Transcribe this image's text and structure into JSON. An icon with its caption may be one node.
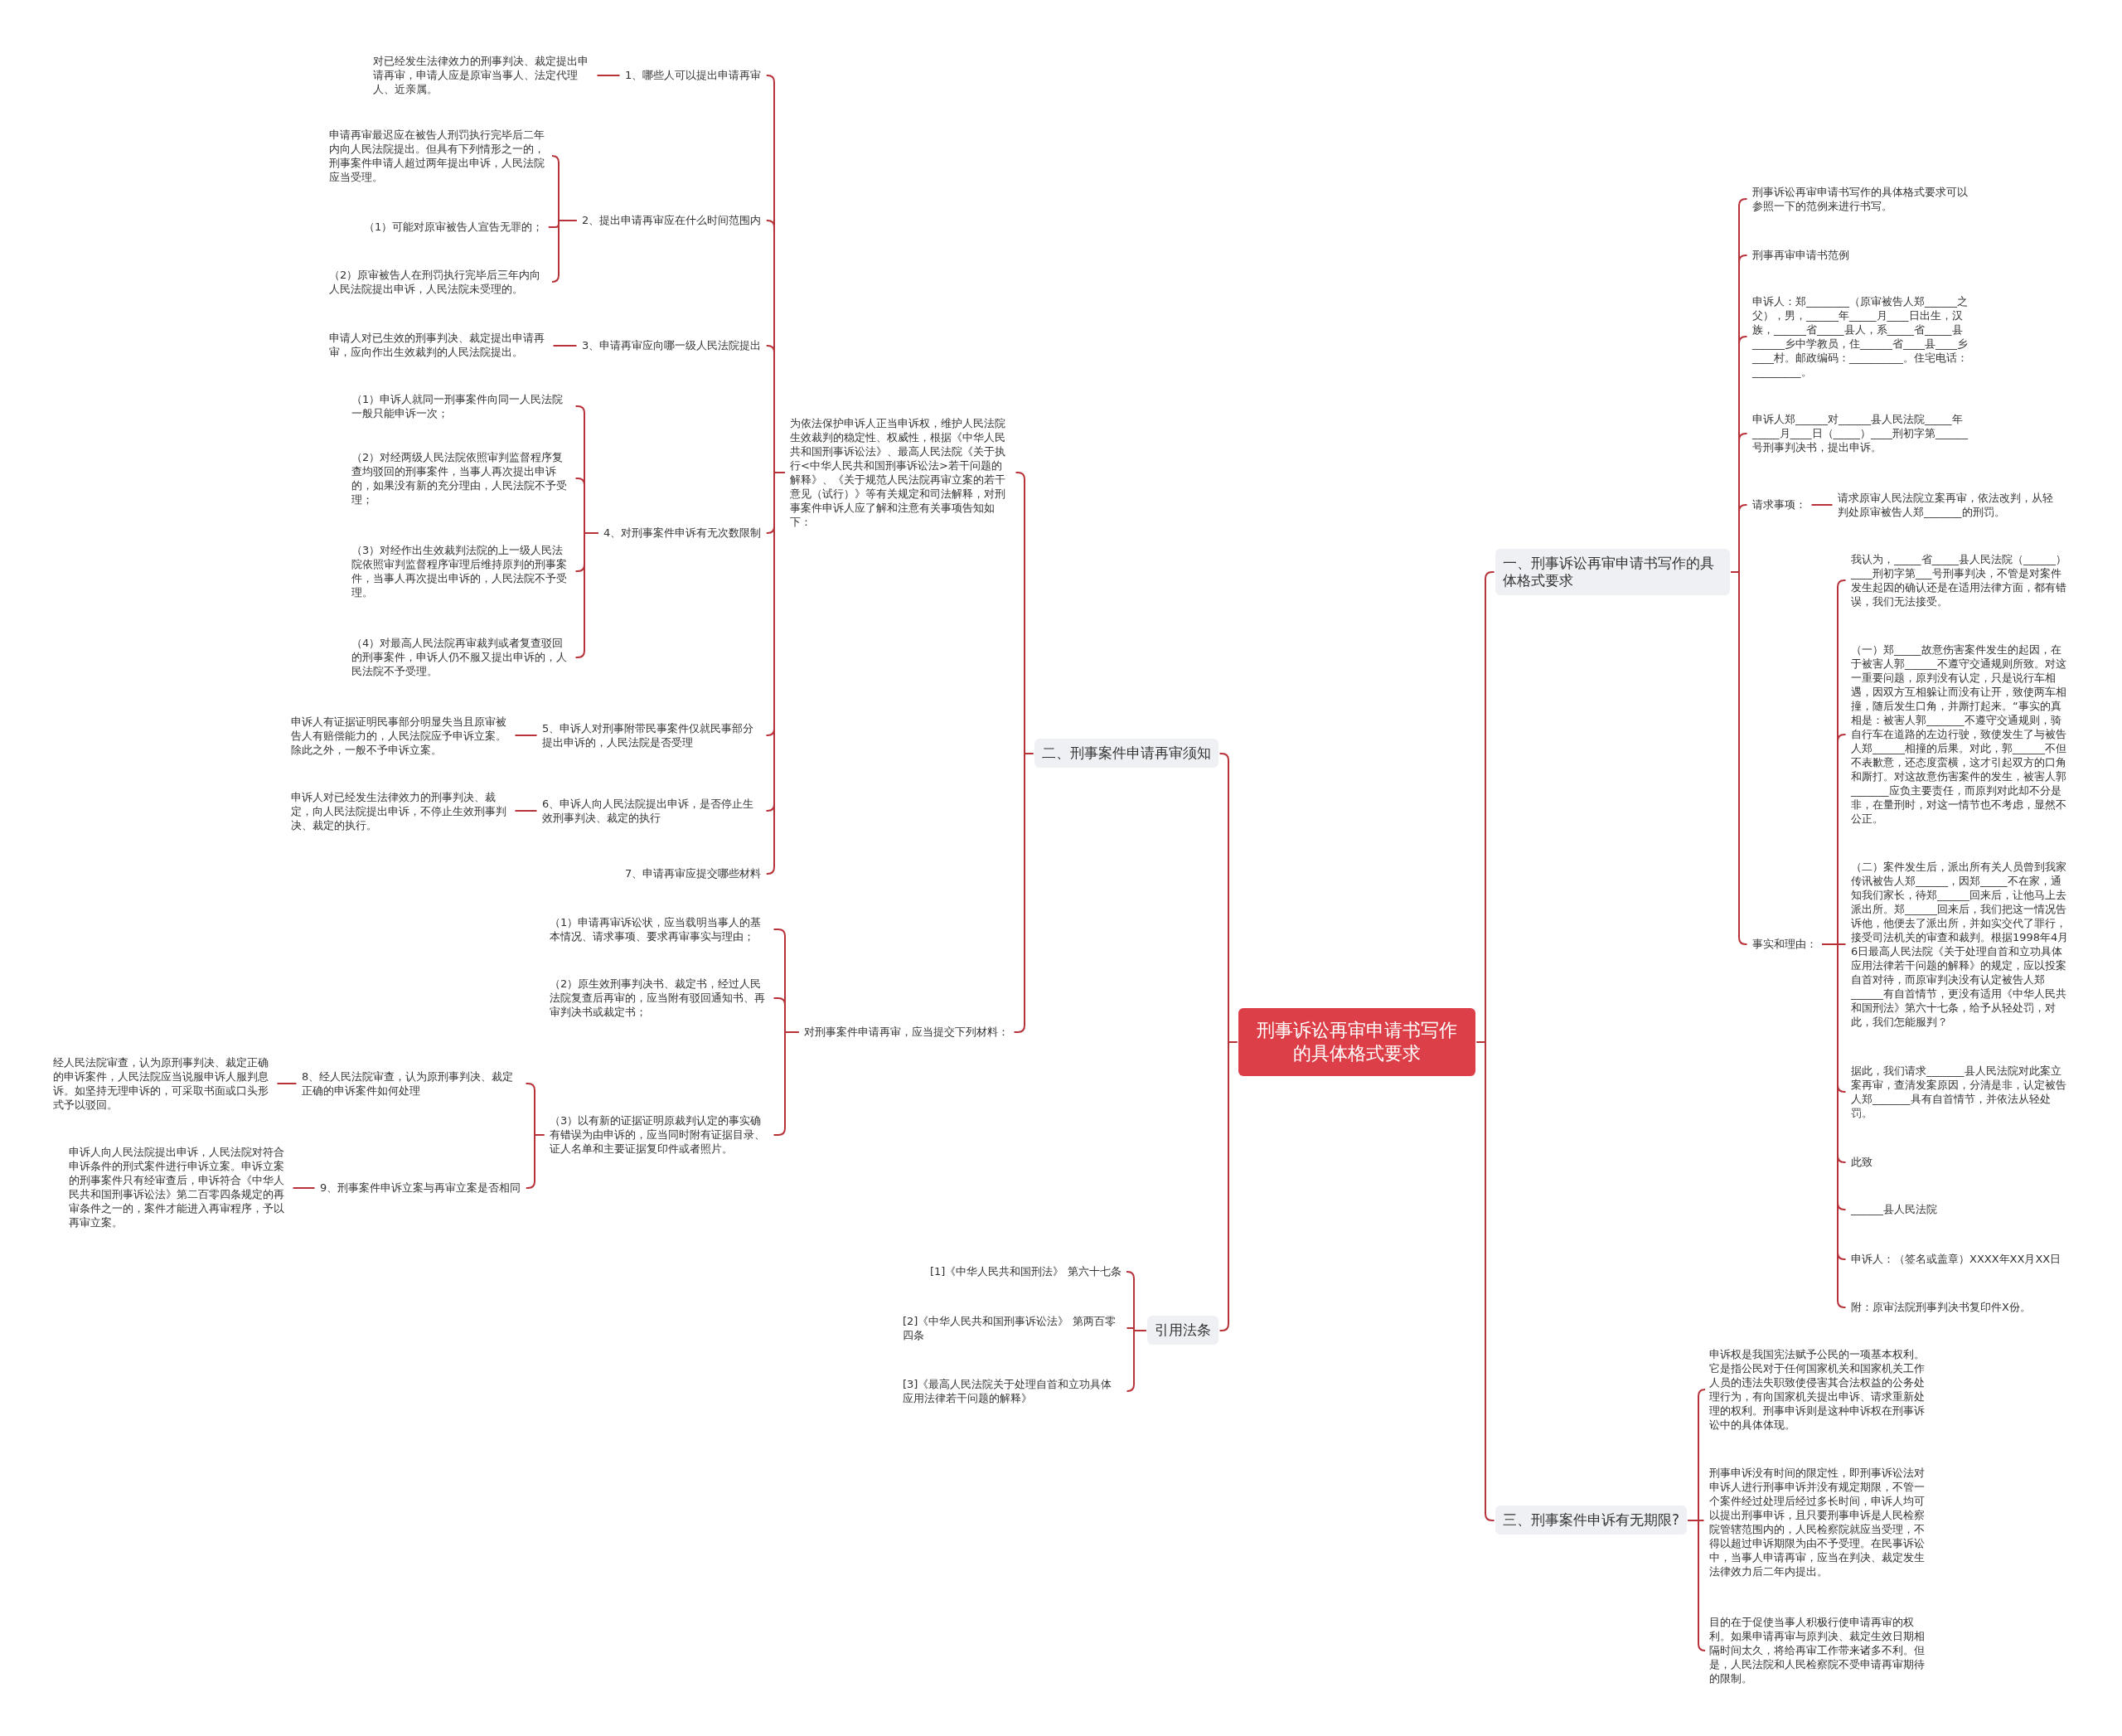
{
  "diagram": {
    "nodes": [
      {
        "text": [
          "刑事诉讼再审申请书写作的具体格式要求"
        ]
      },
      {
        "text": [
          "一、刑事诉讼再审申请书写作的具体格式要求"
        ]
      },
      {
        "text": [
          "刑事诉讼再审申请书写作的具体格式要求可以参照一下的范例来进行书写。"
        ]
      },
      {
        "text": [
          "刑事再审申请书范例"
        ]
      },
      {
        "text": [
          "申诉人：郑________（原审被告人郑______之父），男，______年_____月____日出生，汉族，______省_____县人，系_____省_____县______乡中学教员，住______省____县____乡____村。邮政编码：__________。住宅电话：_________。"
        ]
      },
      {
        "text": [
          "申诉人郑______对______县人民法院_____年_____月____日（_____）____刑初字第______号刑事判决书，提出申诉。"
        ]
      },
      {
        "text": [
          "请求事项："
        ]
      },
      {
        "text": [
          "请求原审人民法院立案再审，依法改判，从轻判处原审被告人郑_______的刑罚。"
        ]
      },
      {
        "text": [
          "事实和理由："
        ]
      },
      {
        "text": [
          "我认为，_____省_____县人民法院（______）____刑初字第___号刑事判决，不管是对案件发生起因的确认还是在适用法律方面，都有错误，我们无法接受。"
        ]
      },
      {
        "text": [
          "（一）郑_____故意伤害案件发生的起因，在于被害人郭______不遵守交通规则所致。对这一重要问题，原判没有认定，只是说行车相遇，因双方互相躲让而没有让开，致使两车相撞，随后发生口角，并厮打起来。“事实的真相是：被害人郭_______不遵守交通规则，骑自行车在道路的左边行驶，致使发生了与被告人郑______相撞的后果。对此，郭______不但不表歉意，还态度蛮横，这才引起双方的口角和厮打。对这故意伤害案件的发生，被害人郭_______应负主要责任，而原判对此却不分是非，在量刑时，对这一情节也不考虑，显然不公正。"
        ]
      },
      {
        "text": [
          "（二）案件发生后，派出所有关人员曾到我家传讯被告人郑______，因郑_____不在家，通知我们家长，待郑______回来后，让他马上去派出所。郑______回来后，我们把这一情况告诉他，他便去了派出所，并如实交代了罪行，接受司法机关的审查和裁判。根据1998年4月6日最高人民法院《关于处理自首和立功具体应用法律若干问题的解释》的规定，应以投案自首对待，而原审判决没有认定被告人郑______有自首情节，更没有适用《中华人民共和国刑法》第六十七条，给予从轻处罚，对此，我们怎能服判？"
        ]
      },
      {
        "text": [
          "据此，我们请求_______县人民法院对此案立案再审，查清发案原因，分清是非，认定被告人郑_______具有自首情节，并依法从轻处罚。"
        ]
      },
      {
        "text": [
          "此致"
        ]
      },
      {
        "text": [
          "______县人民法院"
        ]
      },
      {
        "text": [
          "申诉人：（签名或盖章）XXXX年XX月XX日"
        ]
      },
      {
        "text": [
          "附：原审法院刑事判决书复印件X份。"
        ]
      },
      {
        "text": [
          "二、刑事案件申请再审须知"
        ]
      },
      {
        "text": [
          "为依法保护申诉人正当申诉权，维护人民法院生效裁判的稳定性、权威性，根据《中华人民共和国刑事诉讼法》、最高人民法院《关于执行<中华人民共和国刑事诉讼法>若干问题的解释》、《关于规范人民法院再审立案的若干意见（试行）》等有关规定和司法解释，对刑事案件申诉人应了解和注意有关事项告知如下："
        ]
      },
      {
        "text": [
          "1、哪些人可以提出申请再审"
        ]
      },
      {
        "text": [
          "对已经发生法律效力的刑事判决、裁定提出申请再审，申请人应是原审当事人、法定代理人、近亲属。"
        ]
      },
      {
        "text": [
          "2、提出申请再审应在什么时间范围内"
        ]
      },
      {
        "text": [
          "申请再审最迟应在被告人刑罚执行完毕后二年内向人民法院提出。但具有下列情形之一的，刑事案件申请人超过两年提出申诉，人民法院应当受理。"
        ]
      },
      {
        "text": [
          "（1）可能对原审被告人宣告无罪的；"
        ]
      },
      {
        "text": [
          "（2）原审被告人在刑罚执行完毕后三年内向人民法院提出申诉，人民法院未受理的。"
        ]
      },
      {
        "text": [
          "3、申请再审应向哪一级人民法院提出"
        ]
      },
      {
        "text": [
          "申请人对已生效的刑事判决、裁定提出申请再审，应向作出生效裁判的人民法院提出。"
        ]
      },
      {
        "text": [
          "4、对刑事案件申诉有无次数限制"
        ]
      },
      {
        "text": [
          "（1）申诉人就同一刑事案件向同一人民法院一般只能申诉一次；"
        ]
      },
      {
        "text": [
          "（2）对经两级人民法院依照审判监督程序复查均驳回的刑事案件，当事人再次提出申诉的，如果没有新的充分理由，人民法院不予受理；"
        ]
      },
      {
        "text": [
          "（3）对经作出生效裁判法院的上一级人民法院依照审判监督程序审理后维持原判的刑事案件，当事人再次提出申诉的，人民法院不予受理。"
        ]
      },
      {
        "text": [
          "（4）对最高人民法院再审裁判或者复查驳回的刑事案件，申诉人仍不服又提出申诉的，人民法院不予受理。"
        ]
      },
      {
        "text": [
          "5、申诉人对刑事附带民事案件仅就民事部分提出申诉的，人民法院是否受理"
        ]
      },
      {
        "text": [
          "申诉人有证据证明民事部分明显失当且原审被告人有赔偿能力的，人民法院应予申诉立案。除此之外，一般不予申诉立案。"
        ]
      },
      {
        "text": [
          "6、申诉人向人民法院提出申诉，是否停止生效刑事判决、裁定的执行"
        ]
      },
      {
        "text": [
          "申诉人对已经发生法律效力的刑事判决、裁定，向人民法院提出申诉，不停止生效刑事判决、裁定的执行。"
        ]
      },
      {
        "text": [
          "7、申请再审应提交哪些材料"
        ]
      },
      {
        "text": [
          "对刑事案件申请再审，应当提交下列材料："
        ]
      },
      {
        "text": [
          "（1）申请再审诉讼状，应当载明当事人的基本情况、请求事项、要求再审事实与理由；"
        ]
      },
      {
        "text": [
          "（2）原生效刑事判决书、裁定书，经过人民法院复查后再审的，应当附有驳回通知书、再审判决书或裁定书；"
        ]
      },
      {
        "text": [
          "（3）以有新的证据证明原裁判认定的事实确有错误为由申诉的，应当同时附有证据目录、证人名单和主要证据复印件或者照片。"
        ]
      },
      {
        "text": [
          "8、经人民法院审查，认为原刑事判决、裁定正确的申诉案件如何处理"
        ]
      },
      {
        "text": [
          "经人民法院审查，认为原刑事判决、裁定正确的申诉案件，人民法院应当说服申诉人服判息诉。如坚持无理申诉的，可采取书面或口头形式予以驳回。"
        ]
      },
      {
        "text": [
          "9、刑事案件申诉立案与再审立案是否相同"
        ]
      },
      {
        "text": [
          "申诉人向人民法院提出申诉，人民法院对符合申诉条件的刑式案件进行申诉立案。申诉立案的刑事案件只有经审查后，申诉符合《中华人民共和国刑事诉讼法》第二百零四条规定的再审条件之一的，案件才能进入再审程序，予以再审立案。"
        ]
      },
      {
        "text": [
          "引用法条"
        ]
      },
      {
        "text": [
          "[1]《中华人民共和国刑法》 第六十七条"
        ]
      },
      {
        "text": [
          "[2]《中华人民共和国刑事诉讼法》 第两百零四条"
        ]
      },
      {
        "text": [
          "[3]《最高人民法院关于处理自首和立功具体应用法律若干问题的解释》"
        ]
      },
      {
        "text": [
          "三、刑事案件申诉有无期限?"
        ]
      },
      {
        "text": [
          "申诉权是我国宪法赋予公民的一项基本权利。它是指公民对于任何国家机关和国家机关工作人员的违法失职致使侵害其合法权益的公务处理行为，有向国家机关提出申诉、请求重新处理的权利。刑事申诉则是这种申诉权在刑事诉讼中的具体体现。"
        ]
      },
      {
        "text": [
          "刑事申诉没有时间的限定性，即刑事诉讼法对申诉人进行刑事申诉并没有规定期限，不管一个案件经过处理后经过多长时间，申诉人均可以提出刑事申诉，且只要刑事申诉是人民检察院管辖范围内的，人民检察院就应当受理，不得以超过申诉期限为由不予受理。在民事诉讼中，当事人申请再审，应当在判决、裁定发生法律效力后二年内提出。"
        ]
      },
      {
        "text": [
          "目的在于促使当事人积极行使申请再审的权利。如果申请再审与原判决、裁定生效日期相隔时间太久，将给再审工作带来诸多不利。但是，人民法院和人民检察院不受申请再审期待的限制。"
        ]
      }
    ],
    "edges": [
      {
        "from": 0,
        "to": 1,
        "arrow": "none"
      },
      {
        "from": 1,
        "to": 2,
        "arrow": "none"
      },
      {
        "from": 1,
        "to": 3,
        "arrow": "none"
      },
      {
        "from": 1,
        "to": 4,
        "arrow": "none"
      },
      {
        "from": 1,
        "to": 5,
        "arrow": "none"
      },
      {
        "from": 1,
        "to": 6,
        "arrow": "none"
      },
      {
        "from": 6,
        "to": 7,
        "arrow": "none"
      },
      {
        "from": 1,
        "to": 8,
        "arrow": "none"
      },
      {
        "from": 8,
        "to": 9,
        "arrow": "none"
      },
      {
        "from": 8,
        "to": 10,
        "arrow": "none"
      },
      {
        "from": 8,
        "to": 11,
        "arrow": "none"
      },
      {
        "from": 8,
        "to": 12,
        "arrow": "none"
      },
      {
        "from": 8,
        "to": 13,
        "arrow": "none"
      },
      {
        "from": 8,
        "to": 14,
        "arrow": "none"
      },
      {
        "from": 8,
        "to": 15,
        "arrow": "none"
      },
      {
        "from": 8,
        "to": 16,
        "arrow": "none"
      },
      {
        "from": 0,
        "to": 17,
        "arrow": "none"
      },
      {
        "from": 17,
        "to": 18,
        "arrow": "none"
      },
      {
        "from": 18,
        "to": 19,
        "arrow": "none"
      },
      {
        "from": 19,
        "to": 20,
        "arrow": "none"
      },
      {
        "from": 18,
        "to": 21,
        "arrow": "none"
      },
      {
        "from": 21,
        "to": 22,
        "arrow": "none"
      },
      {
        "from": 21,
        "to": 23,
        "arrow": "none"
      },
      {
        "from": 21,
        "to": 24,
        "arrow": "none"
      },
      {
        "from": 18,
        "to": 25,
        "arrow": "none"
      },
      {
        "from": 25,
        "to": 26,
        "arrow": "none"
      },
      {
        "from": 18,
        "to": 27,
        "arrow": "none"
      },
      {
        "from": 27,
        "to": 28,
        "arrow": "none"
      },
      {
        "from": 27,
        "to": 29,
        "arrow": "none"
      },
      {
        "from": 27,
        "to": 30,
        "arrow": "none"
      },
      {
        "from": 27,
        "to": 31,
        "arrow": "none"
      },
      {
        "from": 18,
        "to": 32,
        "arrow": "none"
      },
      {
        "from": 32,
        "to": 33,
        "arrow": "none"
      },
      {
        "from": 18,
        "to": 34,
        "arrow": "none"
      },
      {
        "from": 34,
        "to": 35,
        "arrow": "none"
      },
      {
        "from": 18,
        "to": 36,
        "arrow": "none"
      },
      {
        "from": 17,
        "to": 37,
        "arrow": "none"
      },
      {
        "from": 37,
        "to": 38,
        "arrow": "none"
      },
      {
        "from": 37,
        "to": 39,
        "arrow": "none"
      },
      {
        "from": 37,
        "to": 40,
        "arrow": "none"
      },
      {
        "from": 40,
        "to": 41,
        "arrow": "none"
      },
      {
        "from": 41,
        "to": 42,
        "arrow": "none"
      },
      {
        "from": 40,
        "to": 43,
        "arrow": "none"
      },
      {
        "from": 43,
        "to": 44,
        "arrow": "none"
      },
      {
        "from": 0,
        "to": 45,
        "arrow": "none"
      },
      {
        "from": 45,
        "to": 46,
        "arrow": "none"
      },
      {
        "from": 45,
        "to": 47,
        "arrow": "none"
      },
      {
        "from": 45,
        "to": 48,
        "arrow": "none"
      },
      {
        "from": 0,
        "to": 49,
        "arrow": "none"
      },
      {
        "from": 49,
        "to": 50,
        "arrow": "none"
      },
      {
        "from": 49,
        "to": 51,
        "arrow": "none"
      },
      {
        "from": 49,
        "to": 52,
        "arrow": "none"
      }
    ]
  }
}
